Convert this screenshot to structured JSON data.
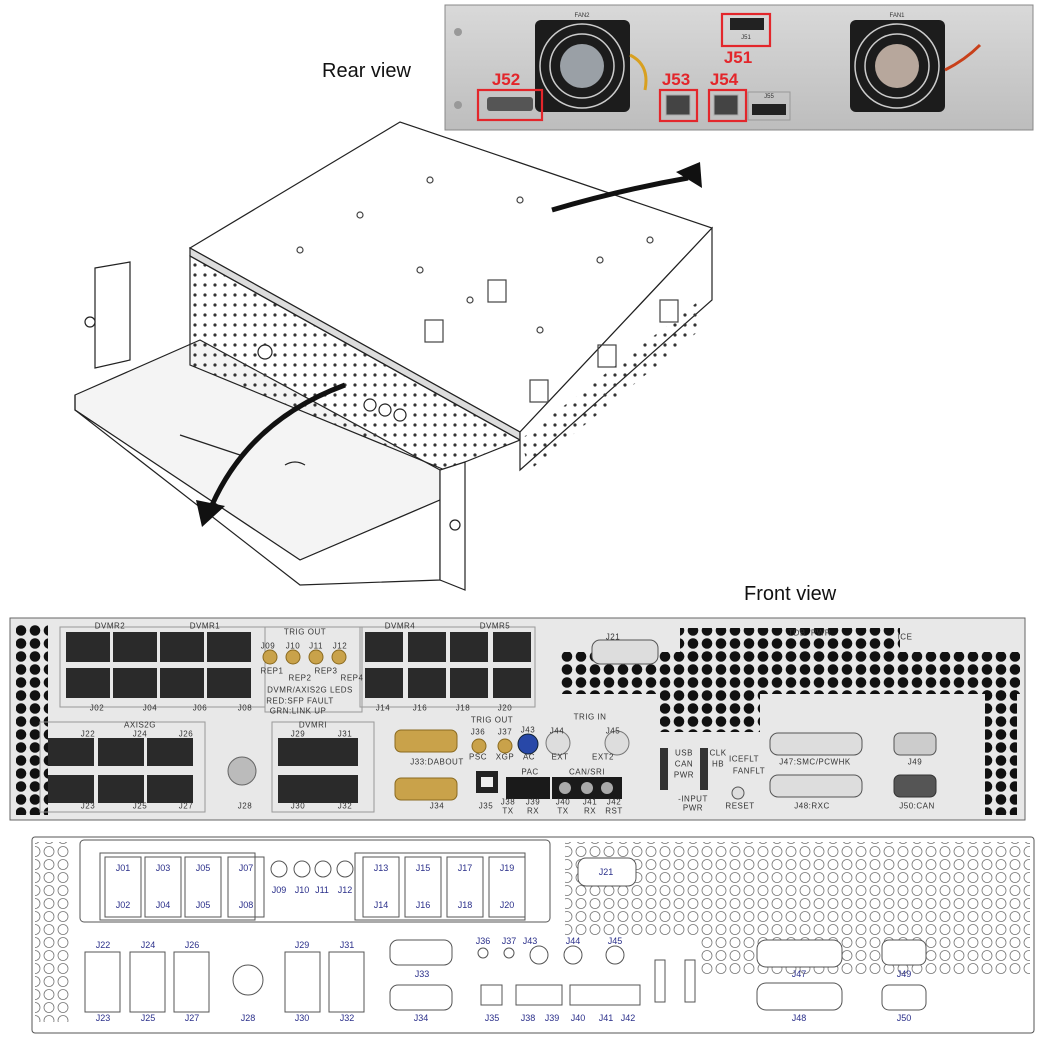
{
  "rear_view": {
    "title": "Rear view",
    "callouts": [
      "J51",
      "J52",
      "J53",
      "J54"
    ],
    "panel_labels": [
      "FAN2",
      "FAN1",
      "J51",
      "J55"
    ]
  },
  "front_view": {
    "title": "Front view",
    "labels": [
      "DVMR2",
      "DVMR1",
      "J02",
      "J04",
      "J06",
      "J08",
      "TRIG OUT",
      "J09",
      "J10",
      "J11",
      "J12",
      "REP1",
      "REP2",
      "REP3",
      "REP4",
      "DVMR/AXIS2G LEDS",
      "RED:SFP FAULT",
      "GRN:LINK UP",
      "DVMR4",
      "DVMR5",
      "J14",
      "J16",
      "J18",
      "J20",
      "J21",
      "TDB",
      "PWR",
      "ICE",
      "AXIS2G",
      "J22",
      "J24",
      "J26",
      "J23",
      "J25",
      "J27",
      "J28",
      "DVMRI",
      "J29",
      "J31",
      "J30",
      "J32",
      "J33:DABOUT",
      "J34",
      "TRIG OUT",
      "J36",
      "J37",
      "PSC",
      "XGP",
      "J43",
      "TRIG IN",
      "J44",
      "J45",
      "AC",
      "EXT",
      "EXT2",
      "J35",
      "PAC",
      "CAN/SRI",
      "J38",
      "TX",
      "J39",
      "RX",
      "J40",
      "TX",
      "J41",
      "RX",
      "J42",
      "RST",
      "USB",
      "CAN",
      "PWR",
      "CLK",
      "HB",
      "ICEFLT",
      "FANFLT",
      "-INPUT",
      "PWR",
      "RESET",
      "J47:SMC/PCWHK",
      "J49",
      "J48:RXC",
      "J50:CAN"
    ]
  },
  "drawing": {
    "labels": [
      "J01",
      "J03",
      "J05",
      "J07",
      "J02",
      "J04",
      "J05",
      "J08",
      "J09",
      "J10",
      "J11",
      "J12",
      "J13",
      "J15",
      "J17",
      "J19",
      "J14",
      "J16",
      "J18",
      "J20",
      "J21",
      "J22",
      "J24",
      "J26",
      "J23",
      "J25",
      "J27",
      "J28",
      "J29",
      "J31",
      "J30",
      "J32",
      "J33",
      "J34",
      "J35",
      "J36",
      "J37",
      "J43",
      "J44",
      "J45",
      "J38",
      "J39",
      "J40",
      "J41",
      "J42",
      "J47",
      "J48",
      "J49",
      "J50"
    ]
  },
  "colors": {
    "callout": "#e3262b",
    "drawing_text": "#2a2f8a"
  }
}
